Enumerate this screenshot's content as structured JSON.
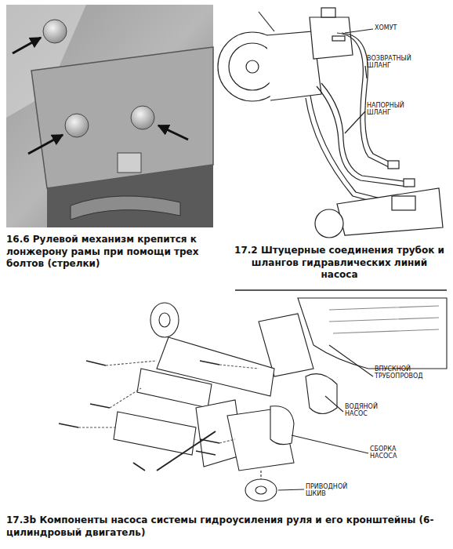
{
  "diagram": {
    "labels": [
      "16.6 Рулевой механизм крепится к лонжерону рамы при помощи трех болтов (стрелки)",
      "17.2 Штуцерные соединения трубок и шлангов гидравлических линий насоса",
      "17.3b Компоненты насоса системы гидроусиления руля и его кронштейны (6-цилиндровый двигатель)",
      "ХОМУТ",
      "ВОЗВРАТНЫЙ ШЛАНГ",
      "НАПОРНЫЙ ШЛАНГ",
      "ВПУСКНОЙ ТРУБОПРОВОД",
      "ВОДЯНОЙ НАСОС",
      "СБОРКА НАСОСА",
      "ПРИВОДНОЙ ШКИВ"
    ]
  }
}
